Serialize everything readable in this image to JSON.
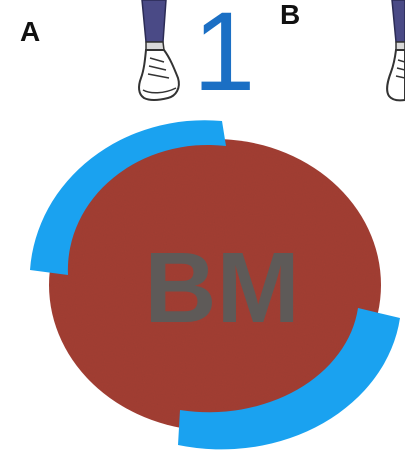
{
  "panels": {
    "a_label": "A",
    "b_label": "B"
  },
  "step_number": "1",
  "disk": {
    "text": "BM",
    "fill_color": "#a33f33",
    "text_color": "#5e5a58"
  },
  "arcs": {
    "color": "#1aa2f0"
  },
  "figures": {
    "icon": "runner-legs-shoe-icon",
    "leg_color": "#4a4a86",
    "shoe_color": "#ffffff"
  }
}
